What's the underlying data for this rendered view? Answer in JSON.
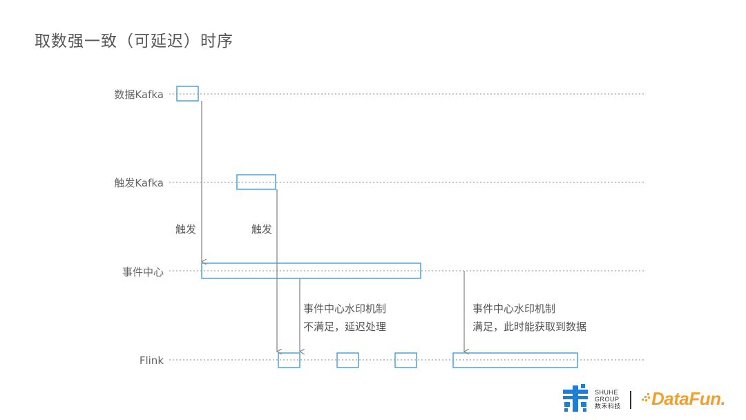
{
  "title": "取数强一致（可延迟）时序",
  "lanes": {
    "data_kafka": "数据Kafka",
    "trigger_kafka": "触发Kafka",
    "event_center": "事件中心",
    "flink": "Flink"
  },
  "arrows": {
    "trigger_1": "触发",
    "trigger_2": "触发"
  },
  "notes": {
    "watermark_not_met": [
      "事件中心水印机制",
      "不满足，延迟处理"
    ],
    "watermark_met": [
      "事件中心水印机制",
      "满足，此时能获取到数据"
    ]
  },
  "colors": {
    "box_stroke": "#4aa3d8",
    "dotted_line": "#888888",
    "arrow": "#888888",
    "brand_blue": "#1e7ed6",
    "brand_orange": "#f0a030"
  },
  "logos": {
    "shuhe_line1": "SHUHE",
    "shuhe_line2": "GROUP",
    "shuhe_line3": "数禾科技",
    "datafun": "DataFun."
  }
}
